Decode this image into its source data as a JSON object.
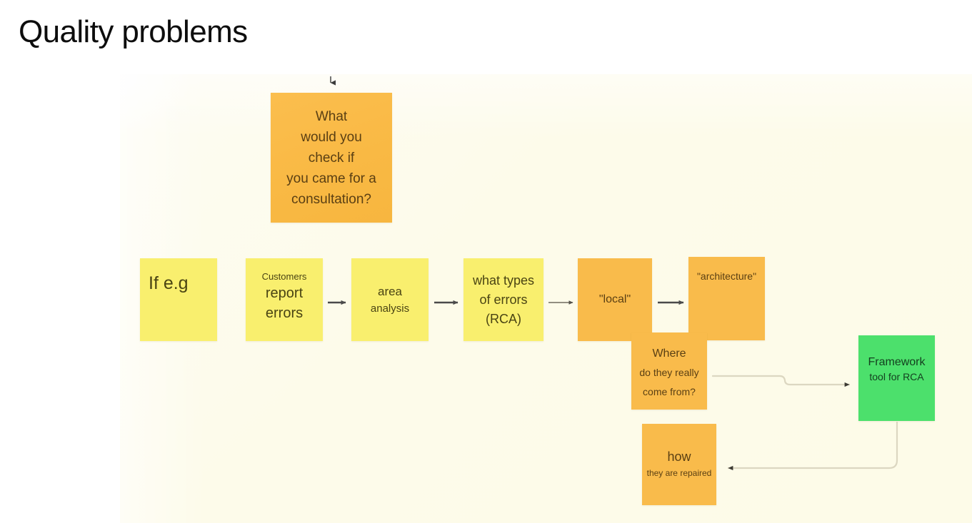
{
  "page": {
    "title": "Quality problems",
    "background": "#ffffff",
    "canvas_color": "#fdfbea"
  },
  "colors": {
    "yellow_note": "#f9ef6e",
    "orange_note": "#f9bb4b",
    "green_note": "#4ce06c",
    "arrow_dark": "#4a4a4a",
    "connector_pale": "#ded9c4",
    "text_dark": "#4a3a14"
  },
  "notes": {
    "consultation": {
      "lines": [
        "What",
        "would you",
        "check if",
        "you came for a",
        "consultation?"
      ],
      "color": "#f9bb4b"
    },
    "if_eg": {
      "lines": [
        "If e.g"
      ],
      "color": "#f9ef6e"
    },
    "customers": {
      "small": "Customers",
      "big_line1": "report",
      "big_line2": "errors",
      "color": "#f9ef6e"
    },
    "area": {
      "big": "area",
      "small": "analysis",
      "color": "#f9ef6e"
    },
    "rca": {
      "lines": [
        "what types",
        "of errors",
        "(RCA)"
      ],
      "color": "#f9ef6e"
    },
    "local": {
      "text": "\"local\"",
      "color": "#f9bb4b"
    },
    "architecture": {
      "text": "\"architecture\"",
      "color": "#f9bb4b"
    },
    "where": {
      "big": "Where",
      "small1": "do they really",
      "small2": "come from?",
      "color": "#f9bb4b"
    },
    "framework": {
      "big": "Framework",
      "small": "tool for RCA",
      "color": "#4ce06c"
    },
    "how": {
      "big": "how",
      "small": "they are repaired",
      "color": "#f9bb4b"
    }
  },
  "connectors": [
    {
      "name": "arrow-into-consultation",
      "from": "top",
      "to": "consultation",
      "style": "dark-down-arrow"
    },
    {
      "name": "arrow-customers-to-area",
      "from": "customers",
      "to": "area",
      "style": "dark-right-arrow"
    },
    {
      "name": "arrow-area-to-rca",
      "from": "area",
      "to": "rca",
      "style": "dark-right-arrow"
    },
    {
      "name": "arrow-rca-to-local",
      "from": "rca",
      "to": "local",
      "style": "thin-right-arrow"
    },
    {
      "name": "arrow-local-to-architecture",
      "from": "local",
      "to": "architecture",
      "style": "dark-right-arrow"
    },
    {
      "name": "connector-where-to-framework",
      "from": "where",
      "to": "framework",
      "style": "pale-stepped-right"
    },
    {
      "name": "connector-framework-to-how",
      "from": "framework",
      "to": "how",
      "style": "pale-stepped-left"
    }
  ]
}
